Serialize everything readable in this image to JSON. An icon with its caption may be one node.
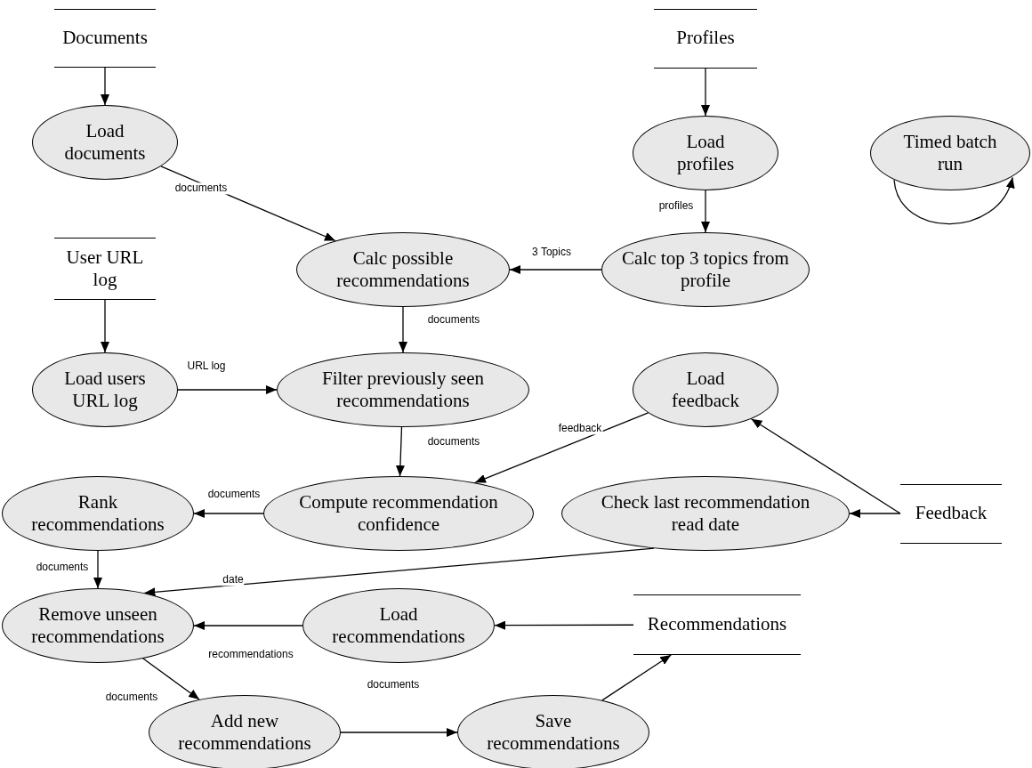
{
  "diagram": {
    "nodes": [
      {
        "text": [
          "Documents"
        ]
      },
      {
        "text": [
          "Load documents"
        ]
      },
      {
        "text": [
          "Profiles"
        ]
      },
      {
        "text": [
          "Load profiles"
        ]
      },
      {
        "text": [
          "Timed batch run"
        ]
      },
      {
        "text": [
          "User URL log"
        ]
      },
      {
        "text": [
          "Calc possible recommendations"
        ]
      },
      {
        "text": [
          "Calc top 3 topics from profile"
        ]
      },
      {
        "text": [
          "Load users URL log"
        ]
      },
      {
        "text": [
          "Filter previously seen recommendations"
        ]
      },
      {
        "text": [
          "Load feedback"
        ]
      },
      {
        "text": [
          "Rank recommendations"
        ]
      },
      {
        "text": [
          "Compute recommendation confidence"
        ]
      },
      {
        "text": [
          "Check last recommendation read date"
        ]
      },
      {
        "text": [
          "Feedback"
        ]
      },
      {
        "text": [
          "Remove unseen recommendations"
        ]
      },
      {
        "text": [
          "Load recommendations"
        ]
      },
      {
        "text": [
          "Recommendations"
        ]
      },
      {
        "text": [
          "Add new recommendations"
        ]
      },
      {
        "text": [
          "Save recommendations"
        ]
      }
    ],
    "edges": [
      {
        "from": 0,
        "to": 1,
        "arrow": "to"
      },
      {
        "from": 1,
        "to": 6,
        "arrow": "to",
        "label": "documents"
      },
      {
        "from": 2,
        "to": 3,
        "arrow": "to"
      },
      {
        "from": 3,
        "to": 7,
        "arrow": "to",
        "label": "profiles"
      },
      {
        "from": 4,
        "to": 4,
        "arrow": "to"
      },
      {
        "from": 7,
        "to": 6,
        "arrow": "to",
        "label": "3 Topics"
      },
      {
        "from": 5,
        "to": 8,
        "arrow": "to"
      },
      {
        "from": 6,
        "to": 9,
        "arrow": "to",
        "label": "documents"
      },
      {
        "from": 8,
        "to": 9,
        "arrow": "to",
        "label": "URL log"
      },
      {
        "from": 9,
        "to": 12,
        "arrow": "to",
        "label": "documents"
      },
      {
        "from": 10,
        "to": 12,
        "arrow": "to",
        "label": "feedback"
      },
      {
        "from": 14,
        "to": 10,
        "arrow": "to"
      },
      {
        "from": 14,
        "to": 13,
        "arrow": "to"
      },
      {
        "from": 12,
        "to": 11,
        "arrow": "to",
        "label": "documents"
      },
      {
        "from": 11,
        "to": 15,
        "arrow": "to",
        "label": "documents"
      },
      {
        "from": 13,
        "to": 15,
        "arrow": "to",
        "label": "date"
      },
      {
        "from": 16,
        "to": 15,
        "arrow": "to",
        "label": "recommendations"
      },
      {
        "from": 17,
        "to": 16,
        "arrow": "to"
      },
      {
        "from": 15,
        "to": 18,
        "arrow": "to",
        "label": "documents"
      },
      {
        "from": 18,
        "to": 19,
        "arrow": "to",
        "label": "documents"
      },
      {
        "from": 19,
        "to": 17,
        "arrow": "to"
      }
    ]
  }
}
